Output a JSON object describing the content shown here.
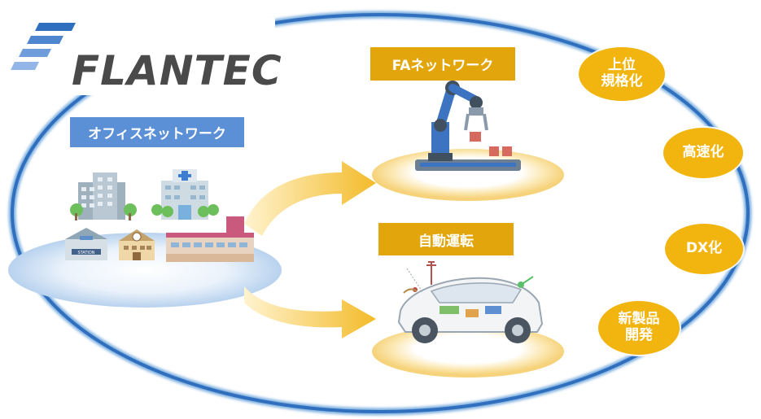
{
  "logo": {
    "brand_name": "FLANTEC",
    "colors": {
      "stripes": "#2f6fbe",
      "text": "#4a4a4a"
    }
  },
  "office_network": {
    "label": "オフィスネットワーク",
    "color": "#5b8fd6",
    "icons": [
      "office-building-icon",
      "hospital-icon",
      "station-icon",
      "school-icon",
      "shopping-mall-icon"
    ],
    "station_sign": "STATION"
  },
  "fa_network": {
    "label": "FAネットワーク",
    "color": "#e2a60c",
    "icon": "robot-arm-icon"
  },
  "autonomous_driving": {
    "label": "自動運転",
    "color": "#e2a60c",
    "icon": "connected-car-icon"
  },
  "bubbles": {
    "color": "#f2b40f",
    "items": [
      {
        "text": "上位\n規格化"
      },
      {
        "text": "高速化"
      },
      {
        "text": "DX化"
      },
      {
        "text": "新製品\n開発"
      }
    ]
  },
  "ellipse_color": "#2f6fbe",
  "arrow_color": "#f5c542"
}
